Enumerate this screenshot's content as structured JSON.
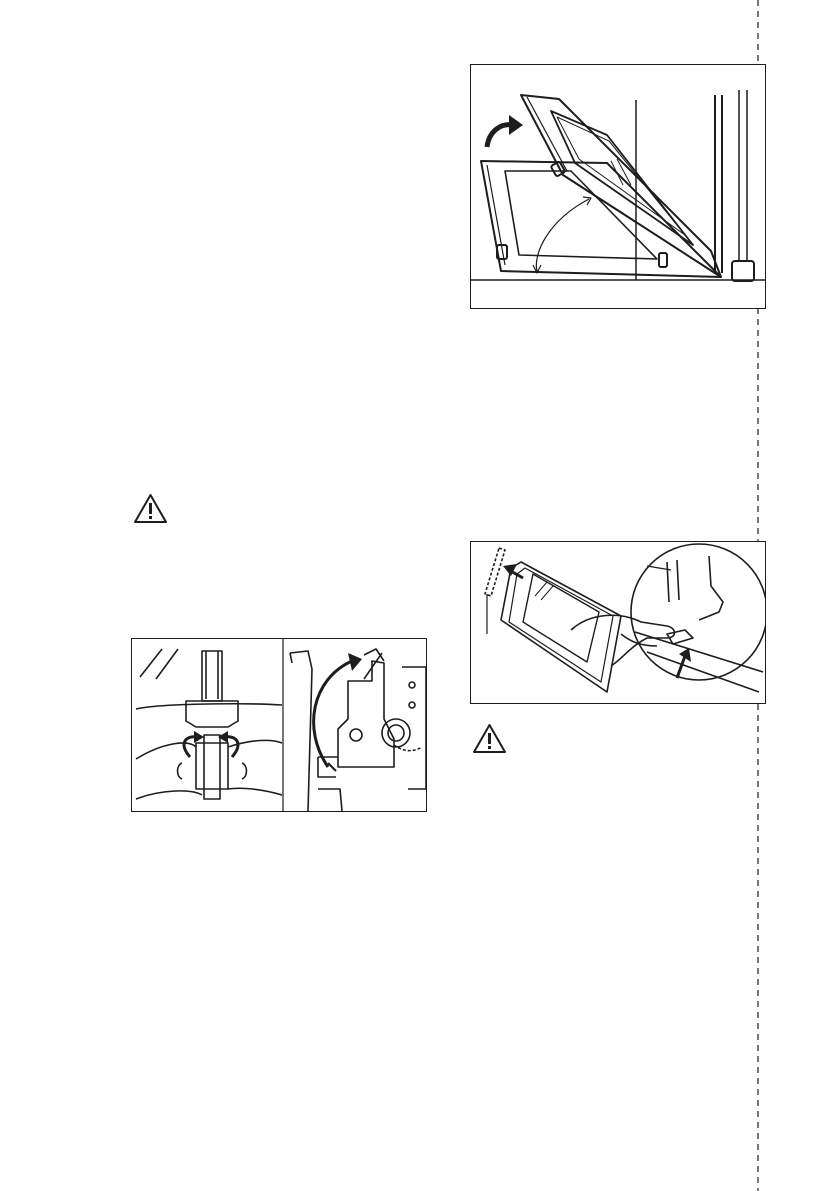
{
  "page": {
    "background": "#ffffff",
    "line_color": "#1d1d1b"
  },
  "illustrations": {
    "door_tilt": {
      "icon": "oven-door-tilt-illustration"
    },
    "hinge_levers": {
      "icon": "door-hinge-lever-illustration"
    },
    "glass_panel": {
      "icon": "glass-panel-removal-illustration"
    }
  },
  "warnings": [
    {
      "icon": "warning-triangle-icon"
    },
    {
      "icon": "warning-triangle-icon"
    }
  ]
}
